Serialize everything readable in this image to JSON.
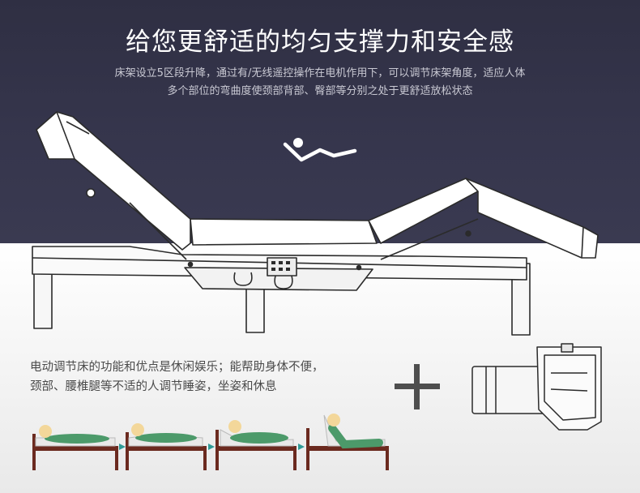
{
  "header": {
    "title": "给您更舒适的均匀支撑力和安全感",
    "subtitle_lines": [
      "床架设立5区段升降，通过有/无线遥控操作在电机作用下，可以调节床架角度，适应人体",
      "多个部位的弯曲度使颈部背部、臀部等分别之处于更舒适放松状态"
    ]
  },
  "description": {
    "lines": [
      "电动调节床的功能和优点是休闲娱乐；能帮助身体不便，",
      "颈部、腰椎腿等不适的人调节睡姿，坐姿和休息"
    ]
  },
  "icons": {
    "posture": "reclining-person-icon",
    "plus": "plus-icon",
    "motor": "motor-icon",
    "arrow": "arrow-right-icon"
  },
  "colors": {
    "top_background": "#34344a",
    "bottom_background": "#f1f1f1",
    "arrow_teal": "#2f9a96",
    "person_green": "#4c9a6a",
    "bed_frame": "#6b2a1f"
  }
}
